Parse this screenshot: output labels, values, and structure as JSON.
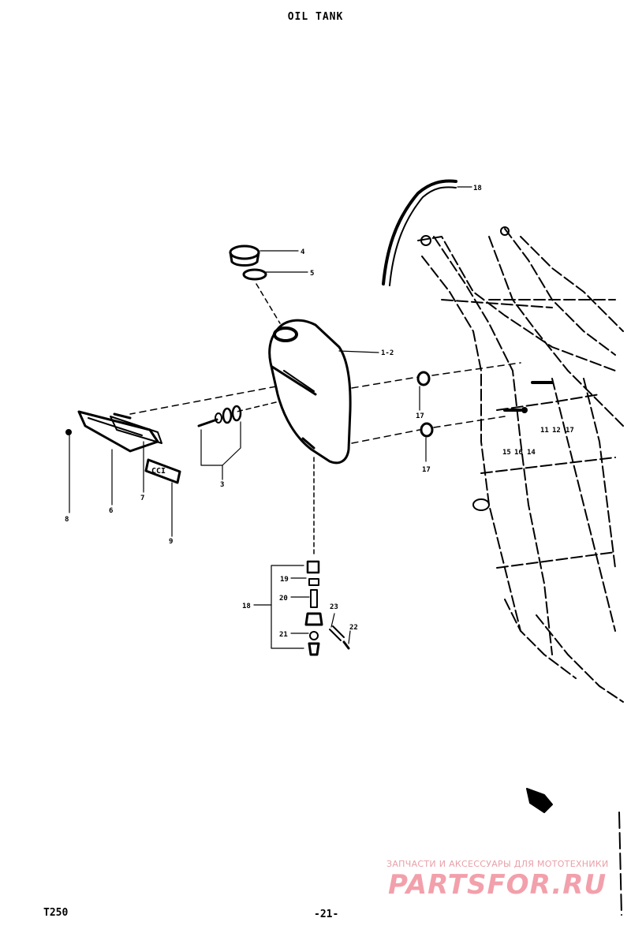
{
  "title": "OIL TANK",
  "model": "T250",
  "page_number": "-21-",
  "watermark": {
    "tagline": "ЗАПЧАСТИ И АКСЕССУАРЫ ДЛЯ МОТОТЕХНИКИ",
    "logo": "PARTSFOR.RU"
  },
  "callouts": {
    "c1": "1-2",
    "c3": "3",
    "c4": "4",
    "c5": "5",
    "c6": "6",
    "c7": "7",
    "c8": "8",
    "c9": "9",
    "c11": "11",
    "c12": "12",
    "c14": "14",
    "c15": "15",
    "c16": "16",
    "c17a": "17",
    "c17b": "17",
    "c17c": "17",
    "c18a": "18",
    "c18b": "18",
    "c19": "19",
    "c20": "20",
    "c21": "21",
    "c22": "22",
    "c23": "23"
  }
}
